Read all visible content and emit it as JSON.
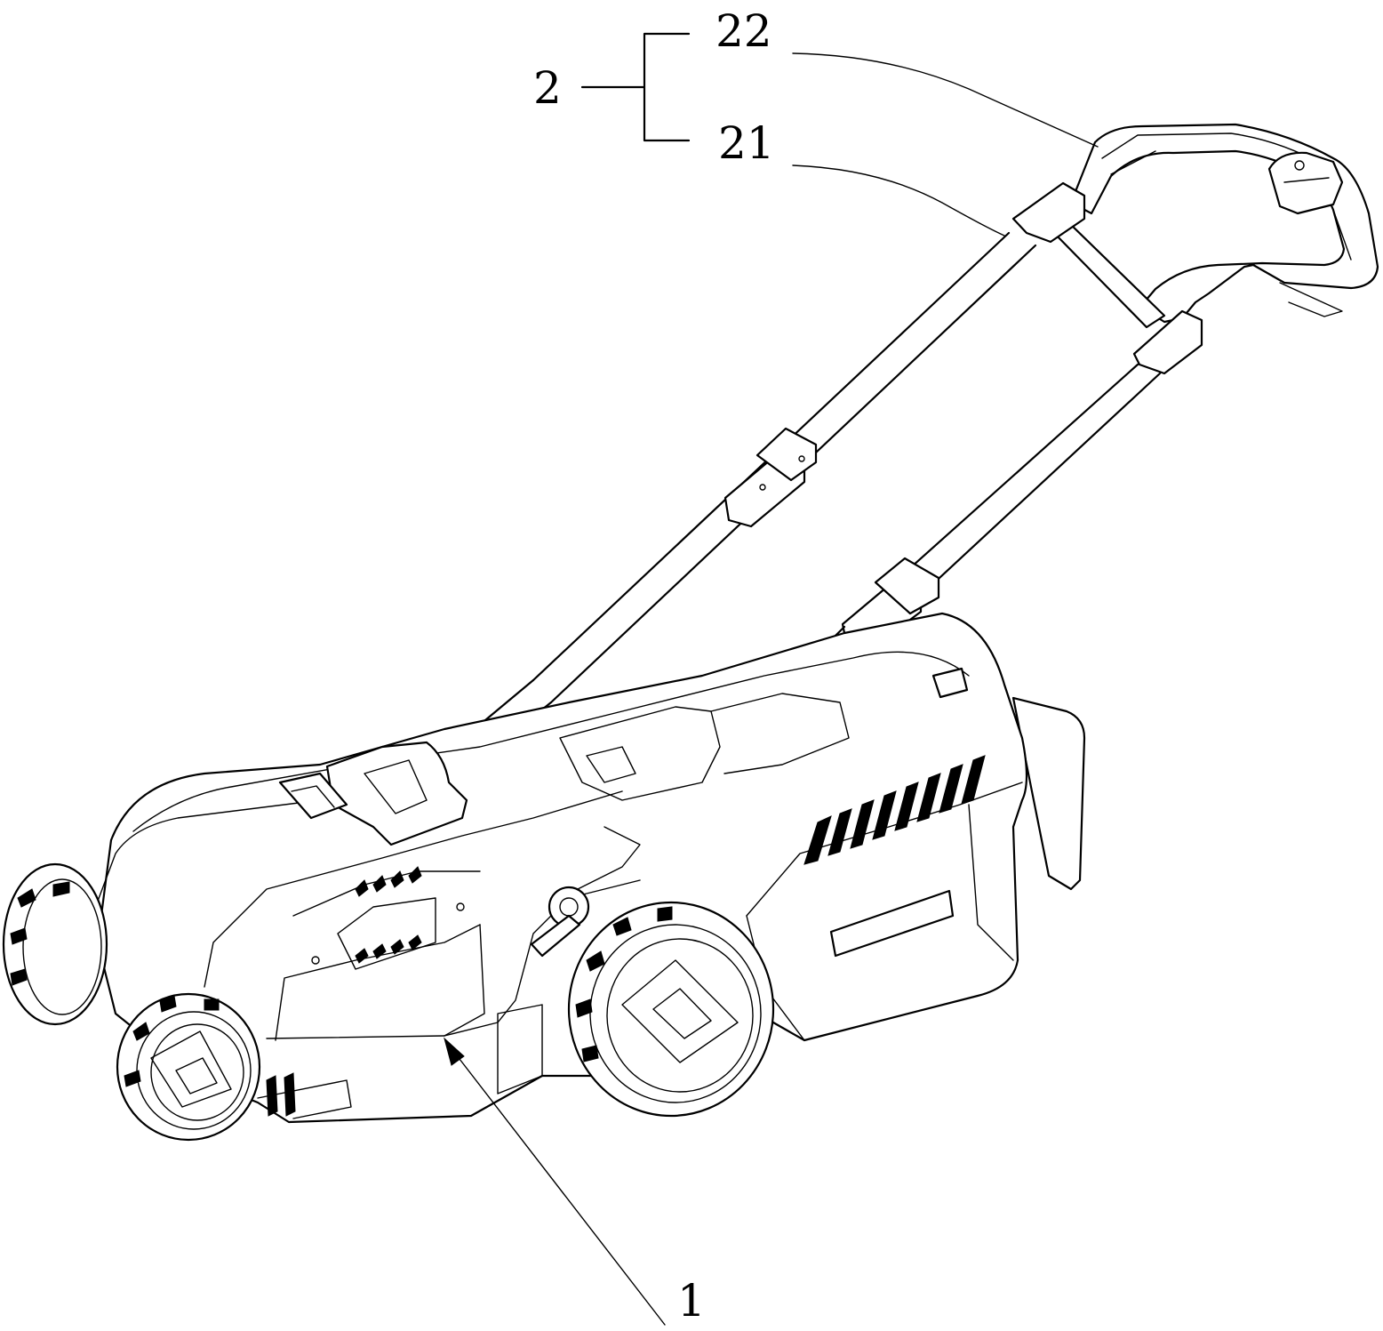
{
  "figure": {
    "subject": "lawn mower",
    "labels": {
      "handle_assembly": "2",
      "upper_handle": "22",
      "lower_handle": "21",
      "body": "1"
    }
  }
}
